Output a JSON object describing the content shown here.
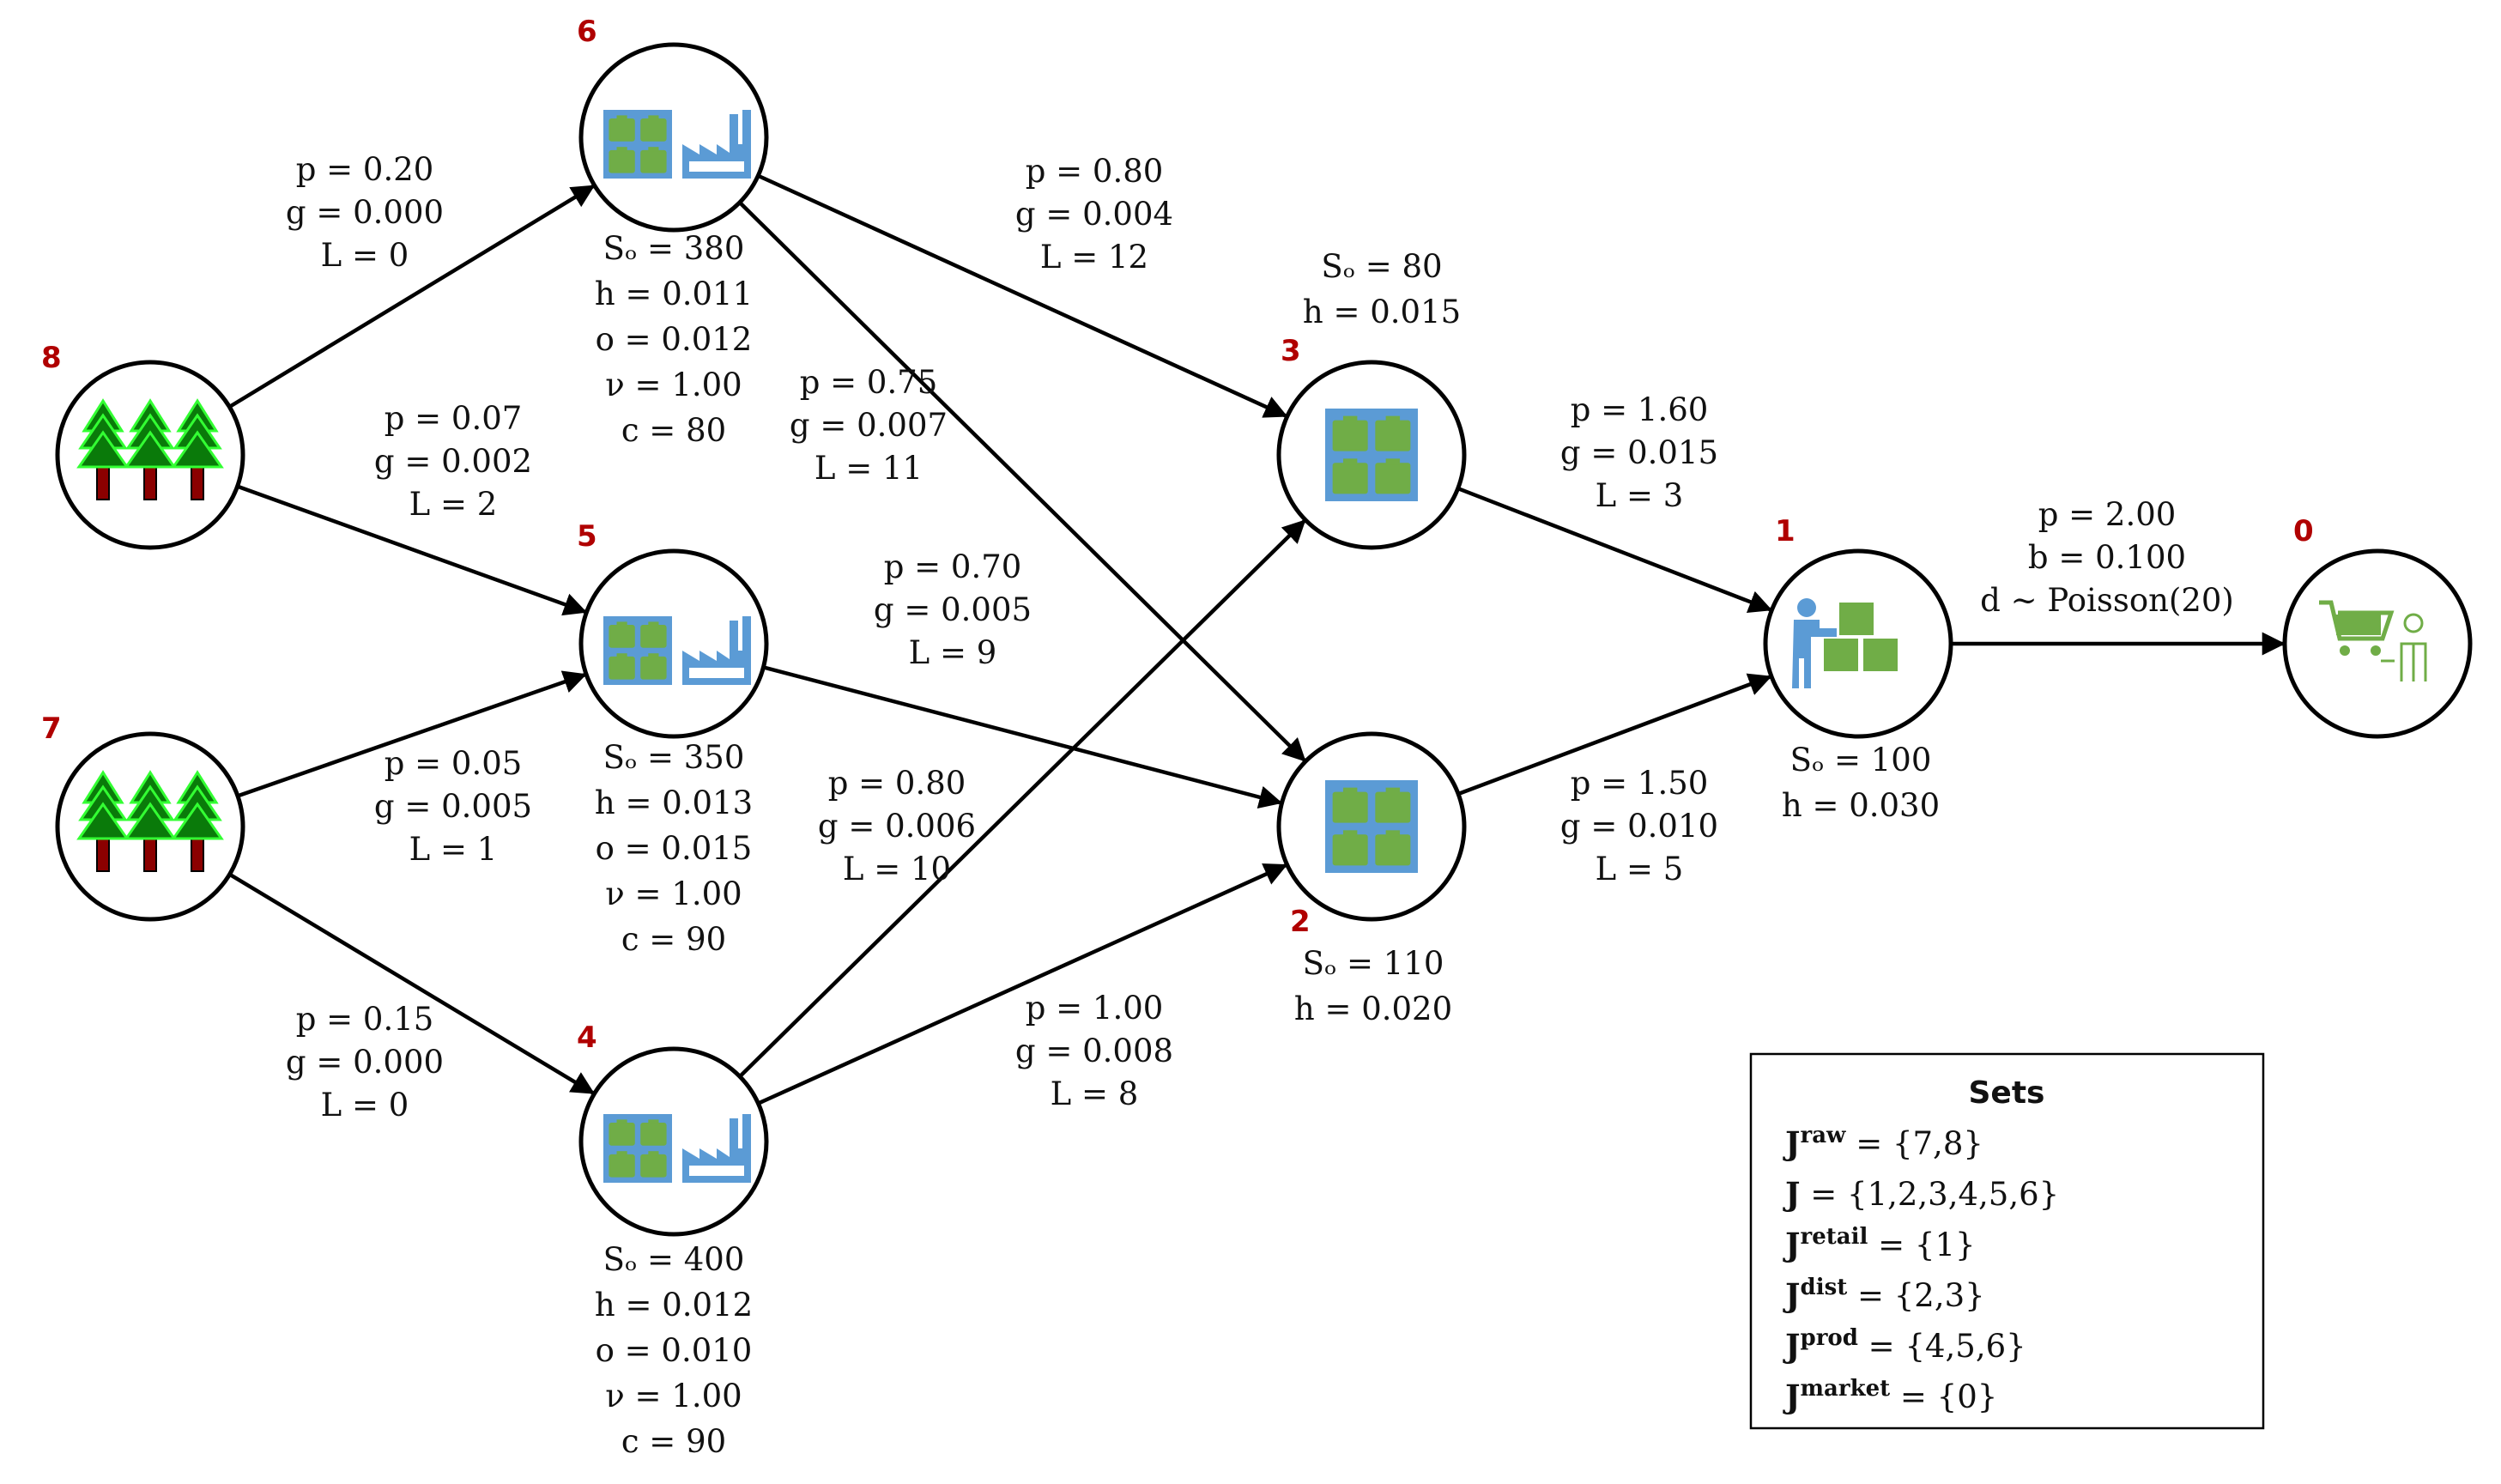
{
  "nodes": [
    {
      "id": "8",
      "label": "8",
      "kind": "raw"
    },
    {
      "id": "7",
      "label": "7",
      "kind": "raw"
    },
    {
      "id": "6",
      "label": "6",
      "kind": "prod",
      "lines": [
        "Sₒ = 380",
        "h = 0.011",
        "o = 0.012",
        "ν  = 1.00",
        "c = 80"
      ]
    },
    {
      "id": "5",
      "label": "5",
      "kind": "prod",
      "lines": [
        "Sₒ = 350",
        "h = 0.013",
        "o = 0.015",
        "ν  = 1.00",
        "c = 90"
      ]
    },
    {
      "id": "4",
      "label": "4",
      "kind": "prod",
      "lines": [
        "Sₒ = 400",
        "h = 0.012",
        "o = 0.010",
        "ν  = 1.00",
        "c = 90"
      ]
    },
    {
      "id": "3",
      "label": "3",
      "kind": "dist",
      "lines": [
        "Sₒ = 80",
        "h = 0.015"
      ]
    },
    {
      "id": "2",
      "label": "2",
      "kind": "dist",
      "lines": [
        "Sₒ = 110",
        "h = 0.020"
      ]
    },
    {
      "id": "1",
      "label": "1",
      "kind": "retail",
      "lines": [
        "Sₒ = 100",
        "h = 0.030"
      ]
    },
    {
      "id": "0",
      "label": "0",
      "kind": "market"
    }
  ],
  "edges": [
    {
      "from": "8",
      "to": "6",
      "lines": [
        "p = 0.20",
        "g = 0.000",
        "L = 0"
      ]
    },
    {
      "from": "8",
      "to": "5",
      "lines": [
        "p = 0.07",
        "g = 0.002",
        "L = 2"
      ]
    },
    {
      "from": "7",
      "to": "5",
      "lines": [
        "p = 0.05",
        "g = 0.005",
        "L = 1"
      ]
    },
    {
      "from": "7",
      "to": "4",
      "lines": [
        "p = 0.15",
        "g = 0.000",
        "L = 0"
      ]
    },
    {
      "from": "6",
      "to": "3",
      "lines": [
        "p = 0.80",
        "g = 0.004",
        "L = 12"
      ]
    },
    {
      "from": "6",
      "to": "2",
      "lines": [
        "p = 0.75",
        "g = 0.007",
        "L = 11"
      ]
    },
    {
      "from": "5",
      "to": "2",
      "lines": [
        "p = 0.70",
        "g = 0.005",
        "L = 9"
      ]
    },
    {
      "from": "4",
      "to": "3",
      "lines": [
        "p = 0.80",
        "g = 0.006",
        "L = 10"
      ]
    },
    {
      "from": "4",
      "to": "2",
      "lines": [
        "p = 1.00",
        "g = 0.008",
        "L = 8"
      ]
    },
    {
      "from": "3",
      "to": "1",
      "lines": [
        "p = 1.60",
        "g = 0.015",
        "L = 3"
      ]
    },
    {
      "from": "2",
      "to": "1",
      "lines": [
        "p = 1.50",
        "g = 0.010",
        "L = 5"
      ]
    },
    {
      "from": "1",
      "to": "0",
      "lines": [
        "p = 2.00",
        "b = 0.100",
        "d ~ Poisson(20)"
      ]
    }
  ],
  "sets": {
    "title": "Sets",
    "items": [
      {
        "base": "J",
        "sup": "raw",
        "rest": " = {7,8}"
      },
      {
        "base": "J",
        "sup": "",
        "rest": " = {1,2,3,4,5,6}"
      },
      {
        "base": "J",
        "sup": "retail",
        "rest": " = {1}"
      },
      {
        "base": "J",
        "sup": "dist",
        "rest": " = {2,3}"
      },
      {
        "base": "J",
        "sup": "prod",
        "rest": " = {4,5,6}"
      },
      {
        "base": "J",
        "sup": "market",
        "rest": " = {0}"
      }
    ]
  },
  "colors": {
    "tree": "#0a7a0a",
    "tree_outline": "#33ff33",
    "trunk": "#8b0000",
    "box_blue": "#5b9bd5",
    "box_green": "#70ad47",
    "number": "#b00000"
  },
  "icons": {
    "raw": "trees-icon",
    "prod": "warehouse-factory-icon",
    "dist": "warehouse-icon",
    "retail": "retailer-icon",
    "market": "shopping-cart-icon"
  }
}
